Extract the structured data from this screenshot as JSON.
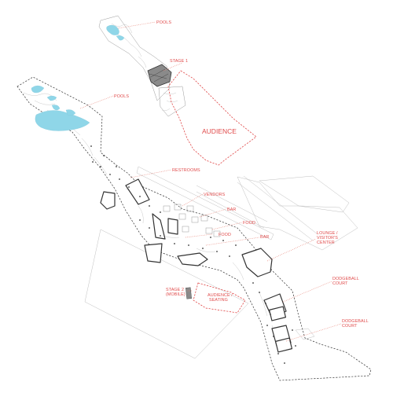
{
  "labels": {
    "pools_top": "POOLS",
    "stage_1": "STAGE 1",
    "pools_mid": "POOLS",
    "audience": "AUDIENCE",
    "restrooms": "RESTROOMS",
    "vendors": "VENDORS",
    "bar_1": "BAR",
    "food_1": "FOOD",
    "food_2": "FOOD",
    "bar_2": "BAR",
    "lounge": [
      "LOUNGE /",
      "VISITOR'S",
      "CENTER"
    ],
    "stage_2": [
      "STAGE 2",
      "(MOBILE)"
    ],
    "audience_seating": [
      "AUDIENCE /",
      "SEATING"
    ],
    "dodgeball_1": [
      "DODGEBALL",
      "COURT"
    ],
    "dodgeball_2": [
      "DODGEBALL",
      "COURT"
    ]
  },
  "colors": {
    "label": "#e04a4a",
    "pool": "#8fd6e8",
    "outline": "#333333"
  }
}
